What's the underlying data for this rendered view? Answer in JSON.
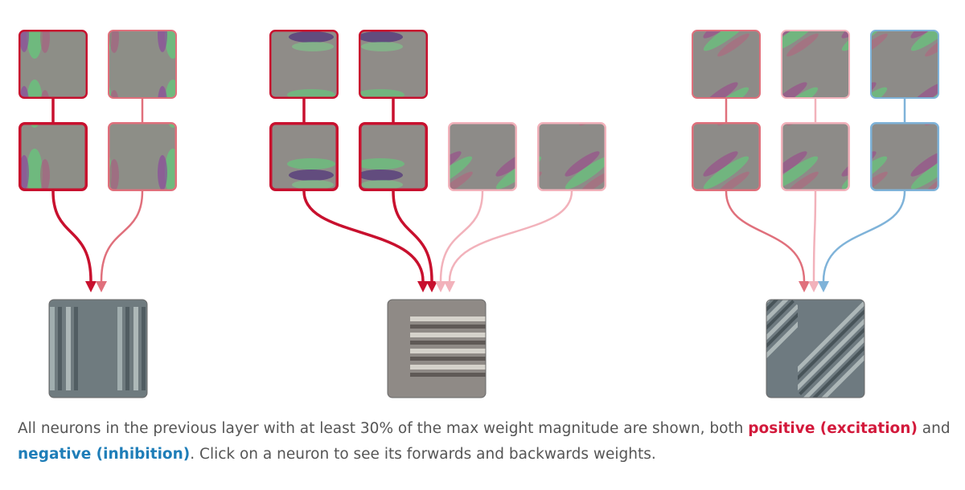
{
  "colors": {
    "positive_strong": "#c8102e",
    "positive_mid": "#e0707c",
    "positive_light": "#f2b2bb",
    "negative": "#7fb3d9",
    "node_bg": "#8c8c86",
    "output_bg": "#6e7a80"
  },
  "groups": [
    {
      "name": "vertical",
      "output": {
        "pattern": "vertical-stripes"
      },
      "inputs": [
        {
          "sign": "positive",
          "strength": "strong",
          "pattern": "vertical"
        },
        {
          "sign": "positive",
          "strength": "mid",
          "pattern": "vertical"
        }
      ]
    },
    {
      "name": "horizontal",
      "output": {
        "pattern": "horizontal-stripes"
      },
      "inputs": [
        {
          "sign": "positive",
          "strength": "strong",
          "pattern": "horizontal"
        },
        {
          "sign": "positive",
          "strength": "strong",
          "pattern": "horizontal"
        },
        {
          "sign": "positive",
          "strength": "light",
          "pattern": "diagonal"
        },
        {
          "sign": "positive",
          "strength": "light",
          "pattern": "diagonal"
        }
      ]
    },
    {
      "name": "diagonal",
      "output": {
        "pattern": "diagonal-stripes"
      },
      "inputs": [
        {
          "sign": "positive",
          "strength": "mid",
          "pattern": "diagonal"
        },
        {
          "sign": "positive",
          "strength": "light",
          "pattern": "diagonal"
        },
        {
          "sign": "negative",
          "strength": "mid",
          "pattern": "diagonal"
        }
      ]
    }
  ],
  "caption": {
    "part1": "All neurons in the previous layer with at least 30% of the max weight magnitude are shown, both ",
    "positive": "positive (excitation)",
    "part2": " and ",
    "negative": "negative (inhibition)",
    "part3": ". Click on a neuron to see its forwards and backwards weights."
  }
}
